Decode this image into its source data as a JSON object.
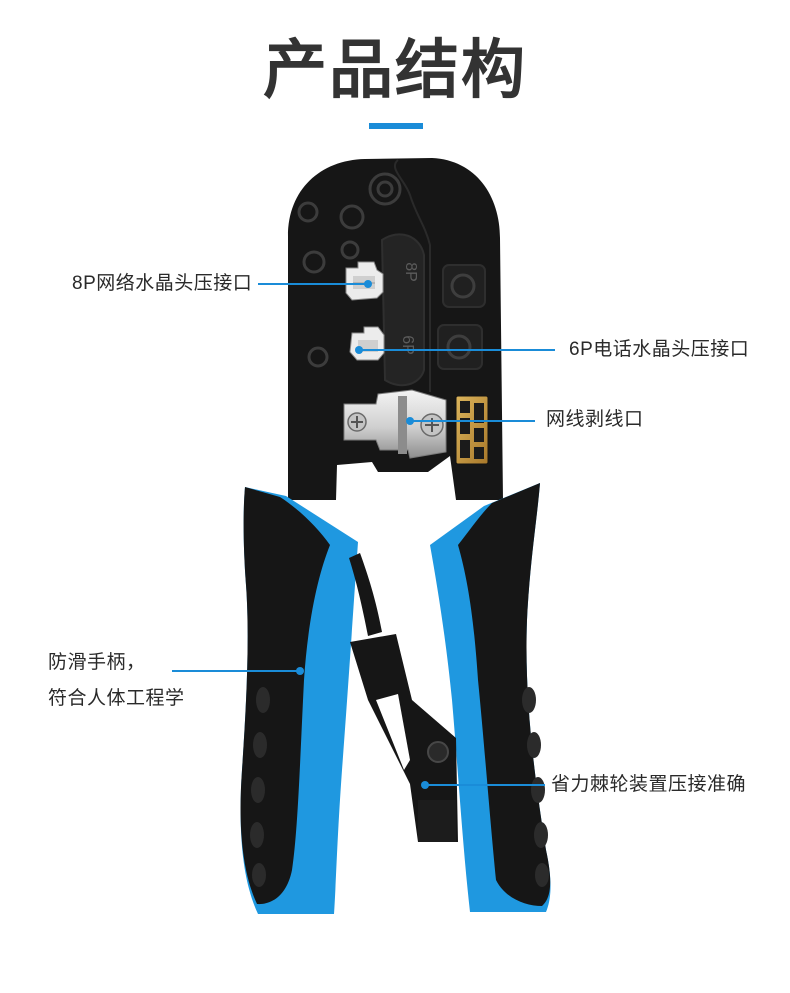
{
  "page": {
    "title": "产品结构",
    "accent_color": "#1a8cd8"
  },
  "tool": {
    "body_color": "#161616",
    "handle_color": "#1f98e0",
    "markings": {
      "port_8p": "8P",
      "port_6p": "6P"
    }
  },
  "callouts": {
    "port_8p": "8P网络水晶头压接口",
    "port_6p": "6P电话水晶头压接口",
    "stripper": "网线剥线口",
    "handle_line1": "防滑手柄，",
    "handle_line2": "符合人体工程学",
    "ratchet": "省力棘轮装置压接准确"
  }
}
